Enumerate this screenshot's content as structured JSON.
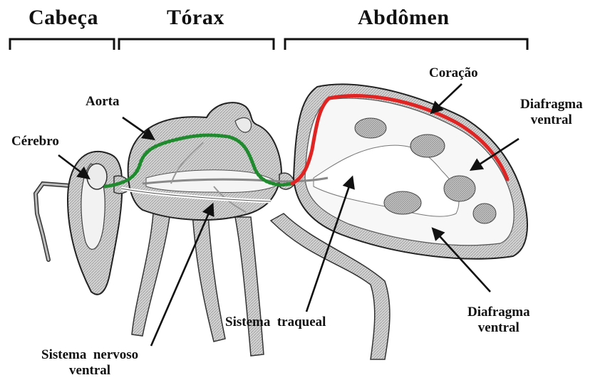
{
  "sections": {
    "head": "Cabeça",
    "thorax": "Tórax",
    "abdomen": "Abdômen"
  },
  "labels": {
    "brain": "Cérebro",
    "aorta": "Aorta",
    "heart": "Coração",
    "dorsal_diaphragm_line1": "Diafragma",
    "dorsal_diaphragm_line2": "ventral",
    "ventral_diaphragm_line1": "Diafragma",
    "ventral_diaphragm_line2": "ventral",
    "tracheal_system": "Sistema  traqueal",
    "nervous_line1": "Sistema  nervoso",
    "nervous_line2": "ventral"
  },
  "colors": {
    "heart": "#e02424",
    "aorta": "#1f8a2e",
    "ink": "#111111",
    "body_fill": "#d9d9d9",
    "cavity_fill": "#f7f7f7"
  }
}
